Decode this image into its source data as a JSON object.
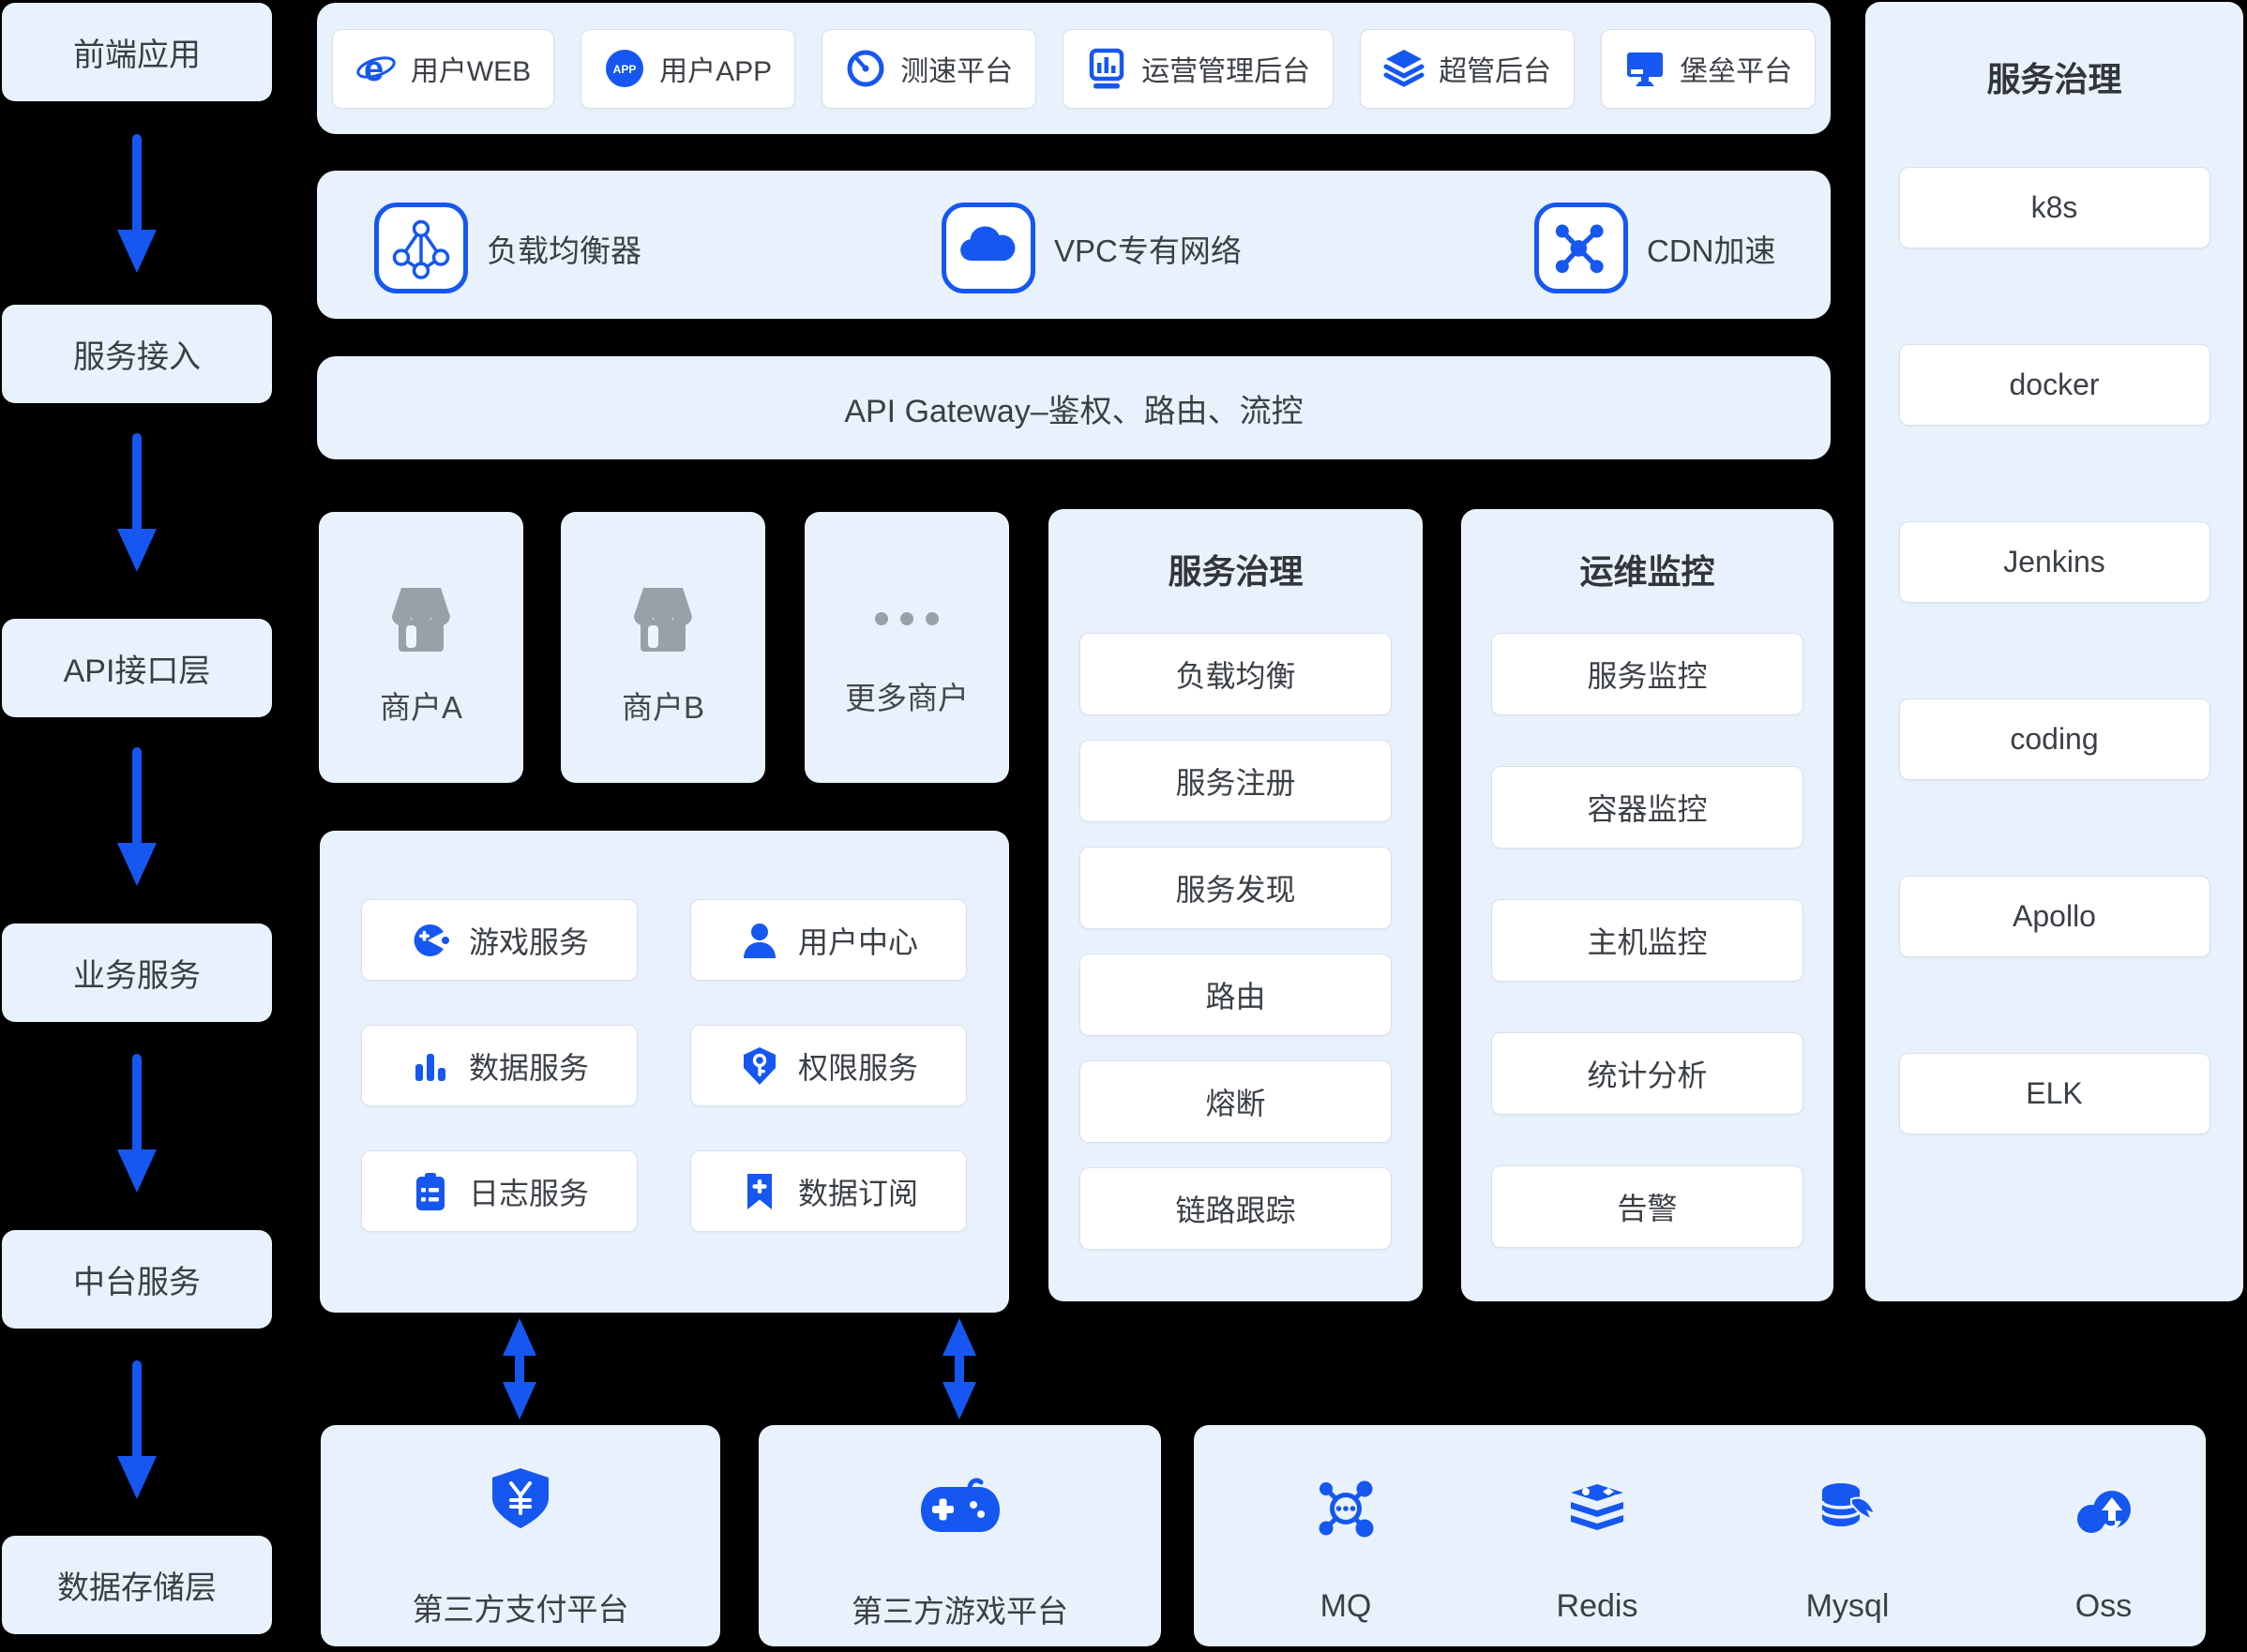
{
  "colors": {
    "background": "#000000",
    "panel_blue": "#E9F2FC",
    "card_white": "#FFFFFF",
    "card_border": "#DADFE8",
    "accent_blue": "#1557F0",
    "icon_gray": "#9AA0A8",
    "text_dark": "#3B4046"
  },
  "left_rail": {
    "items": [
      {
        "label": "前端应用"
      },
      {
        "label": "服务接入"
      },
      {
        "label": "API接口层"
      },
      {
        "label": "业务服务"
      },
      {
        "label": "中台服务"
      },
      {
        "label": "数据存储层"
      }
    ]
  },
  "top_apps": {
    "items": [
      {
        "label": "用户WEB",
        "icon": "ie-browser-icon"
      },
      {
        "label": "用户APP",
        "icon": "app-circle-icon"
      },
      {
        "label": "测速平台",
        "icon": "speedometer-icon"
      },
      {
        "label": "运营管理后台",
        "icon": "bar-chart-board-icon"
      },
      {
        "label": "超管后台",
        "icon": "layers-icon"
      },
      {
        "label": "堡垒平台",
        "icon": "monitor-icon"
      }
    ]
  },
  "network_row": {
    "items": [
      {
        "label": "负载均衡器",
        "icon": "load-balancer-icon"
      },
      {
        "label": "VPC专有网络",
        "icon": "vpc-cloud-icon"
      },
      {
        "label": "CDN加速",
        "icon": "cdn-hub-icon"
      }
    ]
  },
  "gateway": {
    "label": "API Gateway–鉴权、路由、流控"
  },
  "merchants": {
    "items": [
      {
        "label": "商户A",
        "icon": "storefront-icon"
      },
      {
        "label": "商户B",
        "icon": "storefront-icon"
      },
      {
        "label": "更多商户",
        "icon": "ellipsis-icon"
      }
    ]
  },
  "business_services": {
    "items": [
      {
        "label": "游戏服务",
        "icon": "game-pacman-icon"
      },
      {
        "label": "用户中心",
        "icon": "user-icon"
      },
      {
        "label": "数据服务",
        "icon": "data-bars-icon"
      },
      {
        "label": "权限服务",
        "icon": "shield-key-icon"
      },
      {
        "label": "日志服务",
        "icon": "log-clipboard-icon"
      },
      {
        "label": "数据订阅",
        "icon": "bookmark-plus-icon"
      }
    ]
  },
  "governance_panel": {
    "title": "服务治理",
    "items": [
      "负载均衡",
      "服务注册",
      "服务发现",
      "路由",
      "熔断",
      "链路跟踪"
    ]
  },
  "monitoring_panel": {
    "title": "运维监控",
    "items": [
      "服务监控",
      "容器监控",
      "主机监控",
      "统计分析",
      "告警"
    ]
  },
  "devops_panel": {
    "title": "服务治理",
    "items": [
      "k8s",
      "docker",
      "Jenkins",
      "coding",
      "Apollo",
      "ELK"
    ]
  },
  "third_party": {
    "payment": {
      "label": "第三方支付平台",
      "icon": "pay-shield-icon"
    },
    "game": {
      "label": "第三方游戏平台",
      "icon": "gamepad-icon"
    }
  },
  "storage_row": {
    "items": [
      {
        "label": "MQ",
        "icon": "mq-hub-icon"
      },
      {
        "label": "Redis",
        "icon": "redis-stack-icon"
      },
      {
        "label": "Mysql",
        "icon": "mysql-db-icon"
      },
      {
        "label": "Oss",
        "icon": "oss-cloud-icon"
      }
    ]
  }
}
